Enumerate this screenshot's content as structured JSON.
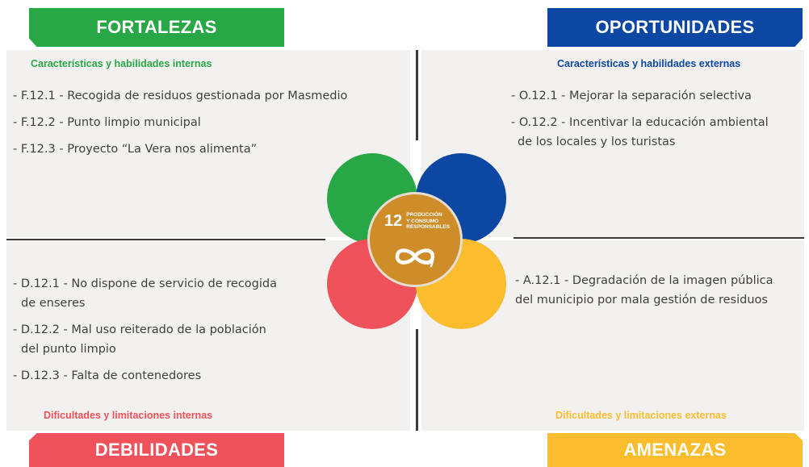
{
  "quadrants": {
    "fortalezas": {
      "title": "FORTALEZAS",
      "subtitle": "Características y habilidades internas",
      "items": [
        "- F.12.1 - Recogida de residuos gestionada por Masmedio",
        "- F.12.2 - Punto limpio municipal",
        "- F.12.3 - Proyecto “La Vera nos alimenta”"
      ]
    },
    "oportunidades": {
      "title": "OPORTUNIDADES",
      "subtitle": "Características y habilidades externas",
      "items": [
        "- O.12.1 - Mejorar la separación selectiva",
        "- O.12.2 - Incentivar la educación ambiental",
        "de los locales y los turistas"
      ]
    },
    "debilidades": {
      "title": "DEBILIDADES",
      "subtitle": "Dificultades y limitaciones internas",
      "items": [
        "- D.12.1 - No dispone de servicio de recogida",
        "de enseres",
        "- D.12.2 - Mal uso reiterado de la población",
        "del punto limpio",
        "- D.12.3 - Falta de contenedores"
      ]
    },
    "amenazas": {
      "title": "AMENAZAS",
      "subtitle": "Dificultades y limitaciones externas",
      "items": [
        "- A.12.1 - Degradación de la imagen pública",
        "del municipio por mala gestión de residuos"
      ]
    }
  },
  "sdg": {
    "number": "12",
    "line1": "PRODUCCIÓN",
    "line2": "Y CONSUMO",
    "line3": "RESPONSABLES"
  },
  "colors": {
    "fortalezas": "#27a844",
    "oportunidades": "#0b47a3",
    "debilidades": "#f0525b",
    "amenazas": "#fbbc2d",
    "sdg12": "#cf8d2a"
  }
}
